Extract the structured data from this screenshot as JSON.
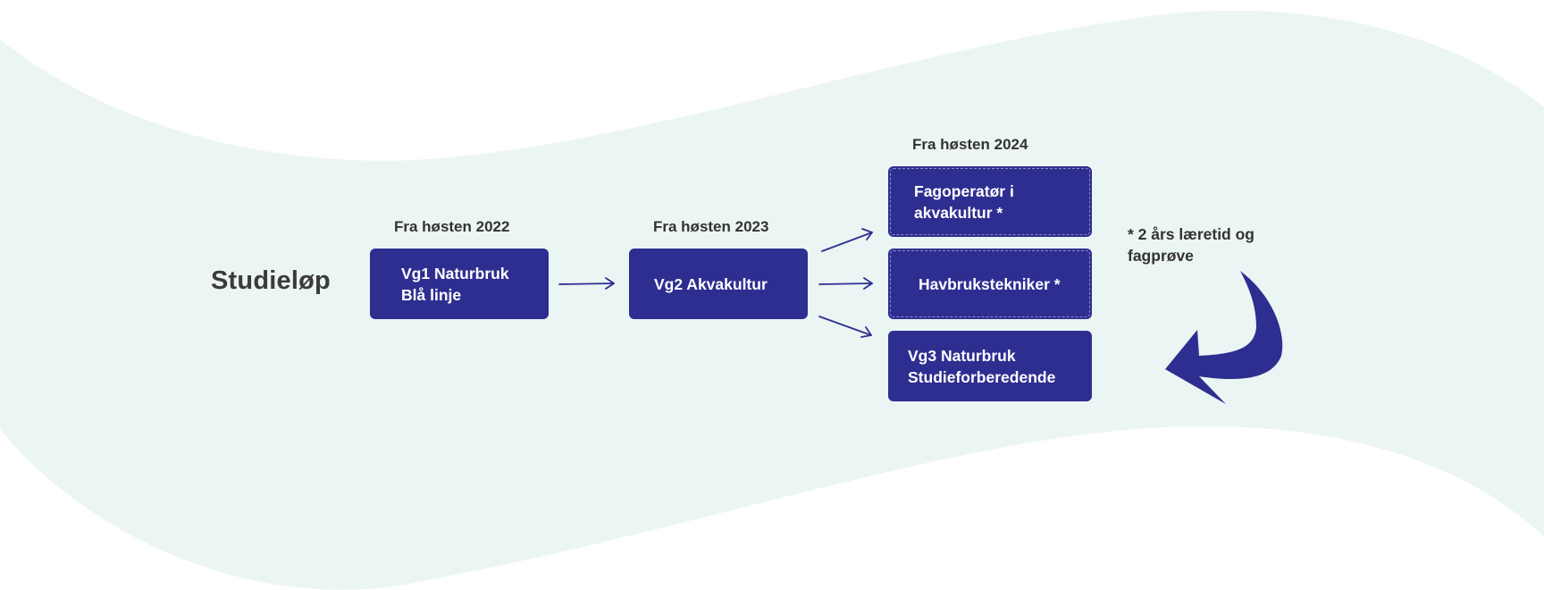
{
  "diagram": {
    "title": "Studieløp",
    "columns": [
      {
        "label": "Fra høsten 2022"
      },
      {
        "label": "Fra høsten 2023"
      },
      {
        "label": "Fra høsten 2024"
      }
    ],
    "boxes": {
      "vg1": {
        "line1": "Vg1 Naturbruk",
        "line2": "Blå linje"
      },
      "vg2": {
        "line1": "Vg2 Akvakultur"
      },
      "fagoperator": {
        "line1": "Fagoperatør i",
        "line2": "akvakultur *"
      },
      "havbruk": {
        "line1": "Havbrukstekniker *"
      },
      "vg3": {
        "line1": "Vg3 Naturbruk",
        "line2": "Studieforberedende"
      }
    },
    "footnote": {
      "line1": "* 2 års læretid og",
      "line2": "fagprøve"
    }
  },
  "colors": {
    "box": "#2e2e91",
    "wave": "#ebf5f4",
    "text": "#333333",
    "arrow": "#2e2e91"
  }
}
